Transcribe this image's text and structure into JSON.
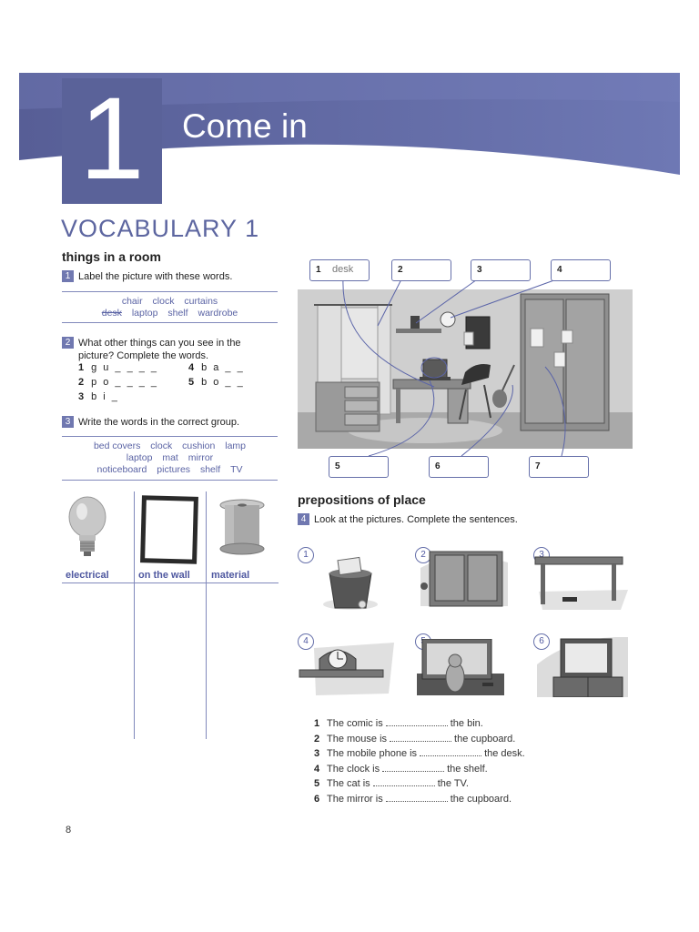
{
  "header": {
    "unit_number": "1",
    "unit_title": "Come in"
  },
  "section_heading": "VOCABULARY 1",
  "vocab": {
    "subheading": "things in a room",
    "ex1": {
      "number": "1",
      "instruction": "Label the picture with these words.",
      "row1": [
        "chair",
        "clock",
        "curtains"
      ],
      "row2": [
        "desk",
        "laptop",
        "shelf",
        "wardrobe"
      ]
    },
    "ex2": {
      "number": "2",
      "instruction_line1": "What other things can you see in the",
      "instruction_line2": "picture? Complete the words.",
      "items": [
        {
          "n": "1",
          "text": "g u _ _ _ _"
        },
        {
          "n": "4",
          "text": "b a _ _"
        },
        {
          "n": "2",
          "text": "p o _ _ _ _"
        },
        {
          "n": "5",
          "text": "b o _ _"
        },
        {
          "n": "3",
          "text": "b i _"
        }
      ]
    },
    "ex3": {
      "number": "3",
      "instruction": "Write the words in the correct group.",
      "row1": [
        "bed covers",
        "clock",
        "cushion",
        "lamp"
      ],
      "row2": [
        "laptop",
        "mat",
        "mirror"
      ],
      "row3": [
        "noticeboard",
        "pictures",
        "shelf",
        "TV"
      ],
      "columns": [
        "electrical",
        "on the wall",
        "material"
      ],
      "column_icons": [
        "light-bulb",
        "picture-frame",
        "thread-spool"
      ]
    }
  },
  "picture_labels": {
    "top": [
      {
        "n": "1",
        "word": "desk"
      },
      {
        "n": "2",
        "word": ""
      },
      {
        "n": "3",
        "word": ""
      },
      {
        "n": "4",
        "word": ""
      }
    ],
    "bottom": [
      {
        "n": "5",
        "word": ""
      },
      {
        "n": "6",
        "word": ""
      },
      {
        "n": "7",
        "word": ""
      }
    ]
  },
  "prepositions": {
    "subheading": "prepositions of place",
    "ex4": {
      "number": "4",
      "instruction": "Look at the pictures. Complete the sentences."
    },
    "picture_numbers": [
      "1",
      "2",
      "3",
      "4",
      "5",
      "6"
    ],
    "sentences": [
      {
        "n": "1",
        "start": "The comic is",
        "end": "the bin."
      },
      {
        "n": "2",
        "start": "The mouse is",
        "end": "the cupboard."
      },
      {
        "n": "3",
        "start": "The mobile phone is",
        "end": "the desk."
      },
      {
        "n": "4",
        "start": "The clock is",
        "end": "the shelf."
      },
      {
        "n": "5",
        "start": "The cat is",
        "end": "the TV."
      },
      {
        "n": "6",
        "start": "The mirror is",
        "end": "the cupboard."
      }
    ]
  },
  "page_number": "8",
  "colors": {
    "banner": "#5a6299",
    "accent": "#7078b0",
    "text_blue": "#5a63a4"
  }
}
